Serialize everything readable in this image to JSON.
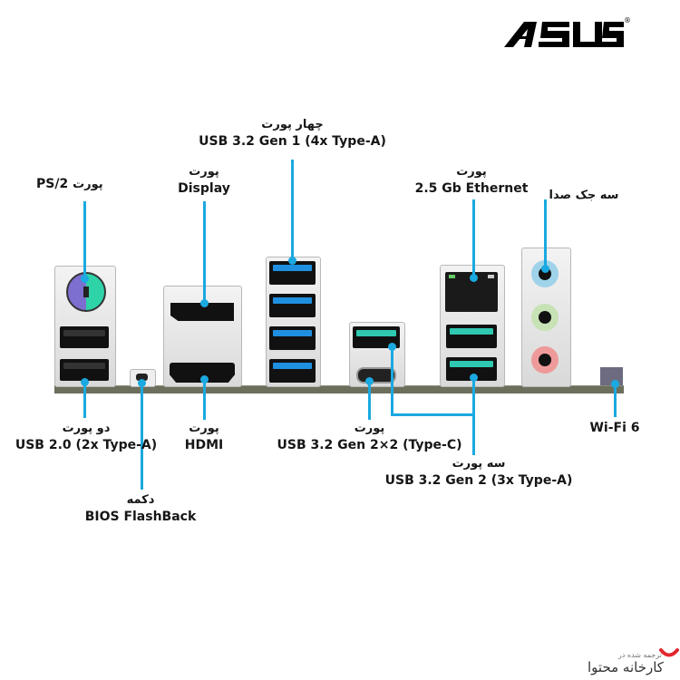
{
  "brand": {
    "logo_text": "ASUS",
    "registered_mark": "®"
  },
  "accent_color": "#1aa9e0",
  "labels": {
    "ps2": {
      "fa": "پورت",
      "en": "PS/2"
    },
    "displayport": {
      "fa": "پورت",
      "en": "Display"
    },
    "usb32_gen1": {
      "fa": "چهار پورت",
      "en": "USB 3.2 Gen 1 (4x Type-A)"
    },
    "ethernet": {
      "fa": "پورت",
      "en": "2.5 Gb Ethernet"
    },
    "audio": {
      "fa": "سه جک صدا"
    },
    "usb20": {
      "fa": "دو پورت",
      "en": "USB 2.0 (2x Type-A)"
    },
    "bios_flashback": {
      "fa": "دکمه",
      "en": "BIOS FlashBack"
    },
    "hdmi": {
      "fa": "پورت",
      "en": "HDMI"
    },
    "usb32_gen2x2": {
      "fa": "پورت",
      "en": "USB 3.2 Gen 2×2 (Type-C)"
    },
    "usb32_gen2": {
      "fa": "سه پورت",
      "en": "USB 3.2 Gen 2 (3x Type-A)"
    },
    "wifi": {
      "en": "Wi-Fi 6"
    }
  },
  "watermark": {
    "small": "ترجمه شده در",
    "large": "کارخانه محتوا",
    "color": "#e3262f"
  }
}
